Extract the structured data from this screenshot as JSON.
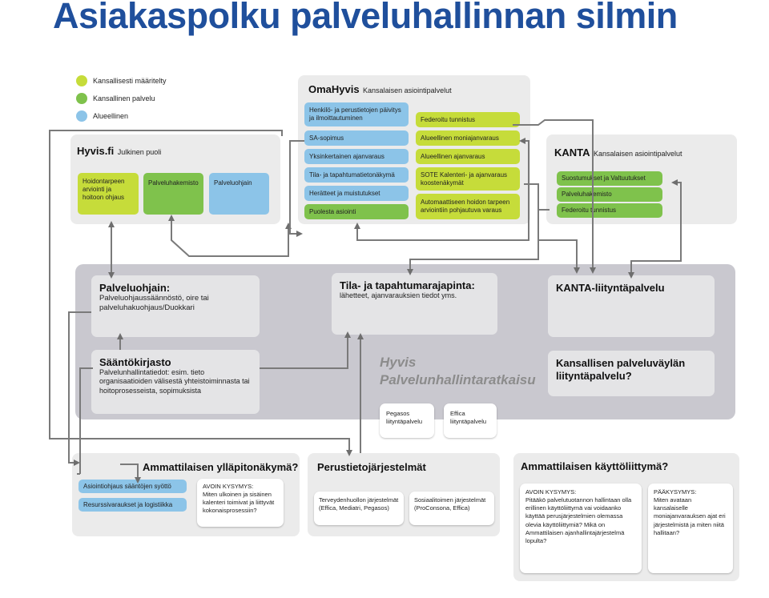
{
  "title": "Asiakaspolku palveluhallinnan silmin",
  "legend": [
    {
      "label": "Kansallisesti määritelty",
      "color": "#c6dc3a"
    },
    {
      "label": "Kansallinen palvelu",
      "color": "#7fc24c"
    },
    {
      "label": "Alueellinen",
      "color": "#8cc4e8"
    }
  ],
  "hyvisfi": {
    "title": "Hyvis.fi",
    "subtitle": "Julkinen puoli",
    "items": [
      "Hoidontarpeen arviointi ja hoitoon ohjaus",
      "Palveluhakemisto",
      "Palveluohjain"
    ]
  },
  "omahyvis": {
    "title": "OmaHyvis",
    "subtitle": "Kansalaisen asiointipalvelut",
    "left_items": [
      "Henkilö- ja perustietojen päivitys ja ilmoittautuminen",
      "SA-sopimus",
      "Yksinkertainen ajanvaraus",
      "Tila- ja tapahtumatietonäkymä",
      "Herätteet ja muistutukset",
      "Puolesta asiointi"
    ],
    "right_items": [
      "Federoitu tunnistus",
      "Alueellinen moniajanvaraus",
      "Alueellinen ajanvaraus",
      "SOTE Kalenteri- ja ajanvaraus koostenäkymät",
      "Automaattiseen hoidon tarpeen arviointiin pohjautuva varaus"
    ]
  },
  "kanta": {
    "title": "KANTA",
    "subtitle": "Kansalaisen asiointipalvelut",
    "items": [
      "Suostumukset ja Valtuutukset",
      "Palveluhakemisto",
      "Federoitu tunnistus"
    ]
  },
  "middle": {
    "palveluohjain_title": "Palveluohjain:",
    "palveluohjain_text": "Palveluohjaussäännöstö, oire tai palveluhakuohjaus/Duokkari",
    "tila_title": "Tila- ja tapahtumarajapinta:",
    "tila_text": "lähetteet, ajanvarauksien tiedot yms.",
    "kanta_liityntä": "KANTA-liityntäpalvelu",
    "saanto_title": "Sääntökirjasto",
    "saanto_text": "Palvelunhallintatiedot: esim. tieto organisaatioiden välisestä yhteistoiminnasta tai hoitoprosesseista, sopimuksista",
    "hyvis_label_1": "Hyvis",
    "hyvis_label_2": "Palvelunhallintaratkaisu",
    "kansallinen": "Kansallisen palveluväylän liityntäpalvelu?",
    "pegasos": "Pegasos liityntäpalvelu",
    "effica": "Effica liityntäpalvelu"
  },
  "bottom_left": {
    "title": "Ammattilaisen ylläpitonäkymä?",
    "items": [
      "Asiointiohjaus sääntöjen syöttö",
      "Resurssivaraukset ja logistiikka"
    ],
    "question_title": "AVOIN KYSYMYS:",
    "question_text": "Miten ulkoinen ja sisäinen kalenteri toimivat ja liittyvät kokonaisprosessiin?"
  },
  "bottom_mid": {
    "title": "Perustietojärjestelmät",
    "box1": "Terveydenhuollon järjestelmät (Effica, Mediatri, Pegasos)",
    "box2": "Sosiaalitoimen järjestelmät (ProConsona, Effica)"
  },
  "bottom_right": {
    "title": "Ammattilaisen käyttöliittymä?",
    "q1_title": "AVOIN KYSYMYS:",
    "q1_text": "Pitääkö palvelutuotannon hallintaan olla erillinen käyttöliittymä vai voidaanko käyttää perusjärjestelmien olemassa olevia käyttöliittymiä? Mikä on Ammattilaisen ajanhallintajärjestelmä lopulta?",
    "q2_title": "PÄÄKYSYMYS:",
    "q2_text": "Miten avataan kansalaiselle moniajanvarauksen ajat eri järjestelmistä ja miten niitä hallitaan?"
  }
}
